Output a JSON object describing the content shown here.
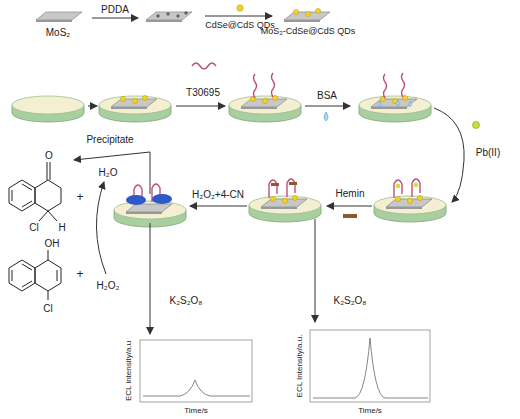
{
  "diagram": {
    "labels": [
      "MoS₂",
      "PDDA",
      "CdSe@CdS QDs",
      "MoS₂-CdSe@CdS QDs",
      "T30695",
      "BSA",
      "Pb(II)",
      "Precipitate",
      "H₂O",
      "H₂O₂",
      "Hemin",
      "H₂O₂+4-CN",
      "O",
      "Cl",
      "H",
      "+",
      "OH",
      "Cl",
      "+",
      "K₂S₂O₈",
      "K₂S₂O₈",
      "ECL intensity/a.u",
      "Time/s",
      "ECL Intensity/a.u.",
      "Time/s"
    ]
  }
}
